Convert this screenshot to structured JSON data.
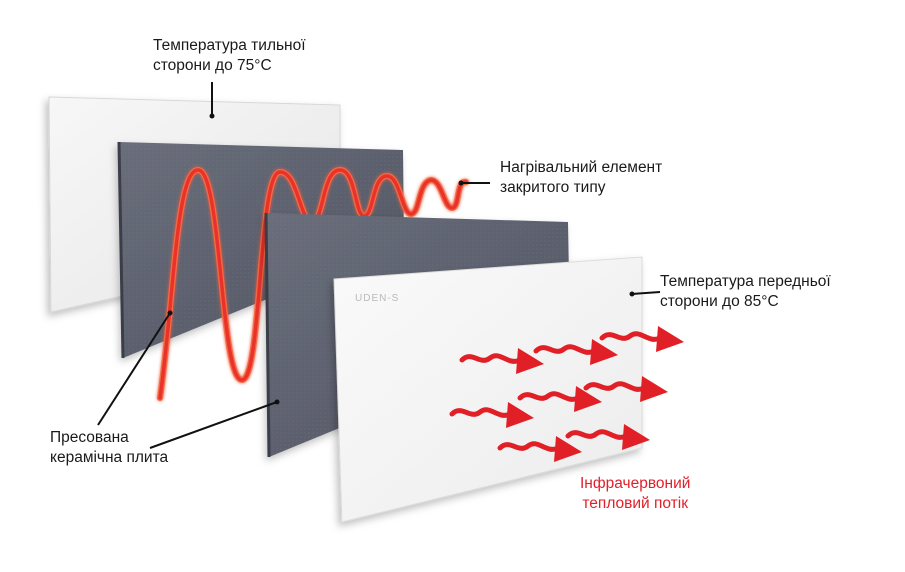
{
  "labels": {
    "back_temp": {
      "line1": "Температура тильної",
      "line2": "сторони до 75°C"
    },
    "heating_element": {
      "line1": "Нагрівальний елемент",
      "line2": "закритого типу"
    },
    "front_temp": {
      "line1": "Температура передньої",
      "line2": "сторони до 85°C"
    },
    "ceramic_plate": {
      "line1": "Пресована",
      "line2": "керамічна плита"
    },
    "infrared_flow": {
      "line1": "Інфрачервоний",
      "line2": "тепловий потік"
    }
  },
  "brand": "UDEN-S",
  "colors": {
    "back_panel": "#f1f1f1",
    "ceramic_plate": "#5d6271",
    "front_panel": "#f4f4f4",
    "heating_coil": "#e8302c",
    "heat_arrows": "#e01f26",
    "infrared_text": "#e0202a"
  }
}
